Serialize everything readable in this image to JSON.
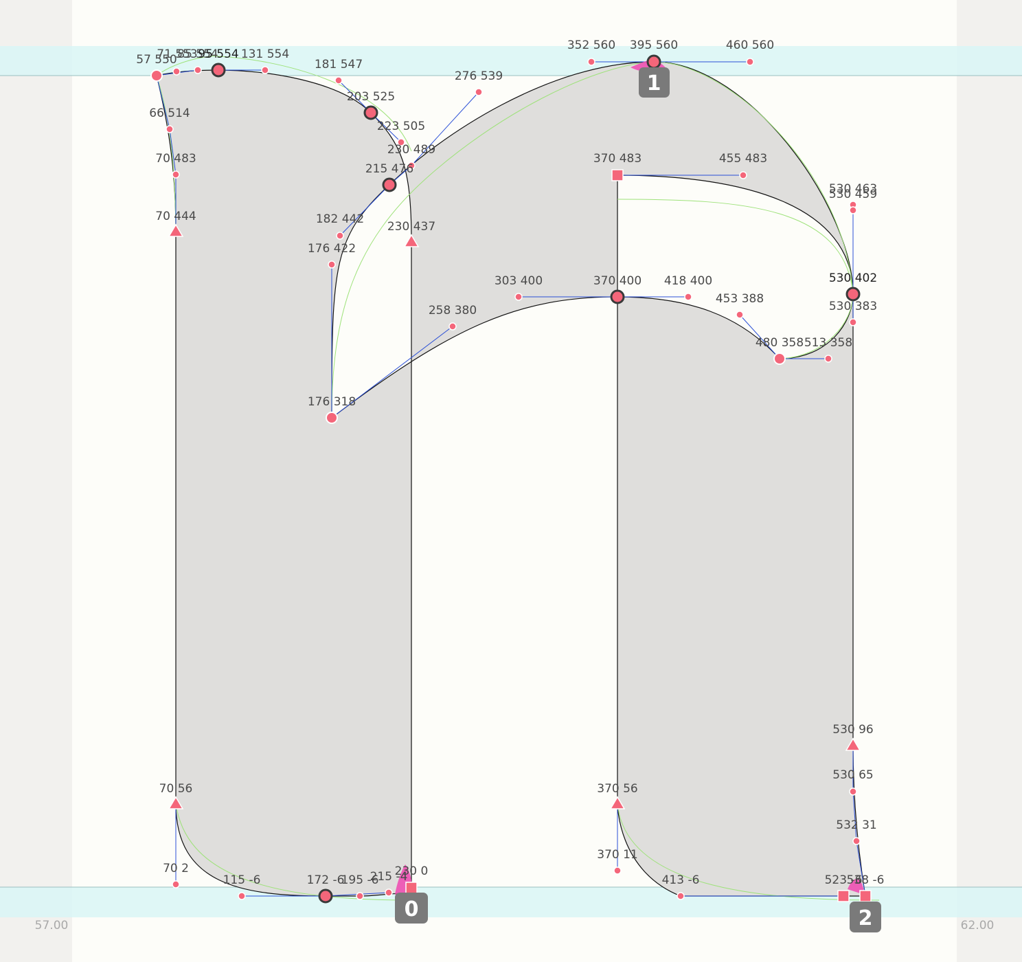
{
  "metrics": {
    "left_sidebearing": "57.00",
    "right_sidebearing": "62.00"
  },
  "colors": {
    "canvas": "#fdfdf9",
    "sidebearing_area": "#f2f1ee",
    "zone_band": "#d9f6f6",
    "glyph_fill": "#dfdedc",
    "outline": "#111111",
    "handle_line": "#2a4fd6",
    "interpolation_curve": "#9ee27a",
    "point": "#f4667a",
    "start_marker": "#f048b0",
    "badge": "#7a7a7a"
  },
  "contour_start_badges": [
    "0",
    "1",
    "2"
  ],
  "point_labels": {
    "p57_550": "57 550",
    "p71_553": "71 553",
    "p85_554": "85 554",
    "p95_554": "95 554",
    "p131_554": "131 554",
    "p181_547": "181 547",
    "p203_525": "203 525",
    "p223_505": "223 505",
    "p230_489": "230 489",
    "p215_476": "215 476",
    "p276_539": "276 539",
    "p182_442": "182 442",
    "p176_422": "176 422",
    "p230_437": "230 437",
    "p176_318": "176 318",
    "p258_380": "258 380",
    "p66_514": "66 514",
    "p70_483": "70 483",
    "p70_444": "70 444",
    "p70_56": "70 56",
    "p70_2": "70 2",
    "p115_n6": "115 -6",
    "p172_n6": "172 -6",
    "p195_n6": "195 -6",
    "p215_n4": "215 -4",
    "p230_0": "230 0",
    "p352_560": "352 560",
    "p395_560": "395 560",
    "p460_560": "460 560",
    "p370_483": "370 483",
    "p455_483": "455 483",
    "p530_463": "530 463",
    "p530_459": "530 459",
    "p530_402": "530 402",
    "p530_383": "530 383",
    "p303_400": "303 400",
    "p370_400": "370 400",
    "p418_400": "418 400",
    "p453_388": "453 388",
    "p480_358": "480 358",
    "p513_358": "513 358",
    "p370_56": "370 56",
    "p370_11": "370 11",
    "p413_n6": "413 -6",
    "p523_n6": "523 -6",
    "p538_n6": "538 -6",
    "p530_96": "530 96",
    "p530_65": "530 65",
    "p532_31": "532 31"
  }
}
